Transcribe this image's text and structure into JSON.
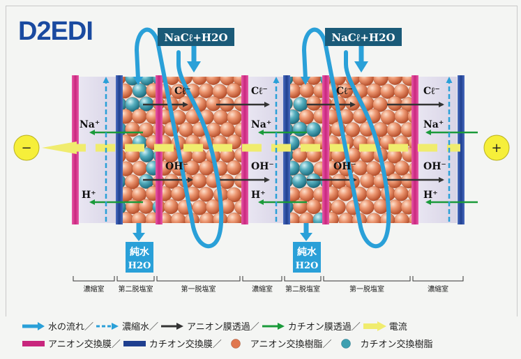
{
  "title": "D2EDI",
  "feed_label": "NaCℓ+H2O",
  "ions": {
    "cl": "Cℓ⁻",
    "na": "Na⁺",
    "oh": "OH⁻",
    "h": "H⁺"
  },
  "product_label_1": "純水",
  "product_label_2": "H2O",
  "electrode_neg": "−",
  "electrode_pos": "+",
  "chambers": [
    "濃縮室",
    "第二脱塩室",
    "第一脱塩室",
    "濃縮室",
    "第二脱塩室",
    "第一脱塩室",
    "濃縮室"
  ],
  "legend_row1": [
    "水の流れ／",
    "濃縮水／",
    "アニオン膜透過／",
    "カチオン膜透過／",
    "電流"
  ],
  "legend_row2": [
    "アニオン交換膜／",
    "カチオン交換膜／",
    "アニオン交換樹脂／",
    "カチオン交換樹脂"
  ],
  "colors": {
    "anion_membrane": "#c8267d",
    "cation_membrane": "#1f3f8f",
    "water_flow": "#2aa0d8",
    "anion_arrow": "#333333",
    "cation_arrow": "#1a9a3a",
    "current": "#f0ec6e",
    "anion_resin": "#e0774f",
    "cation_resin": "#3d9fb0"
  }
}
